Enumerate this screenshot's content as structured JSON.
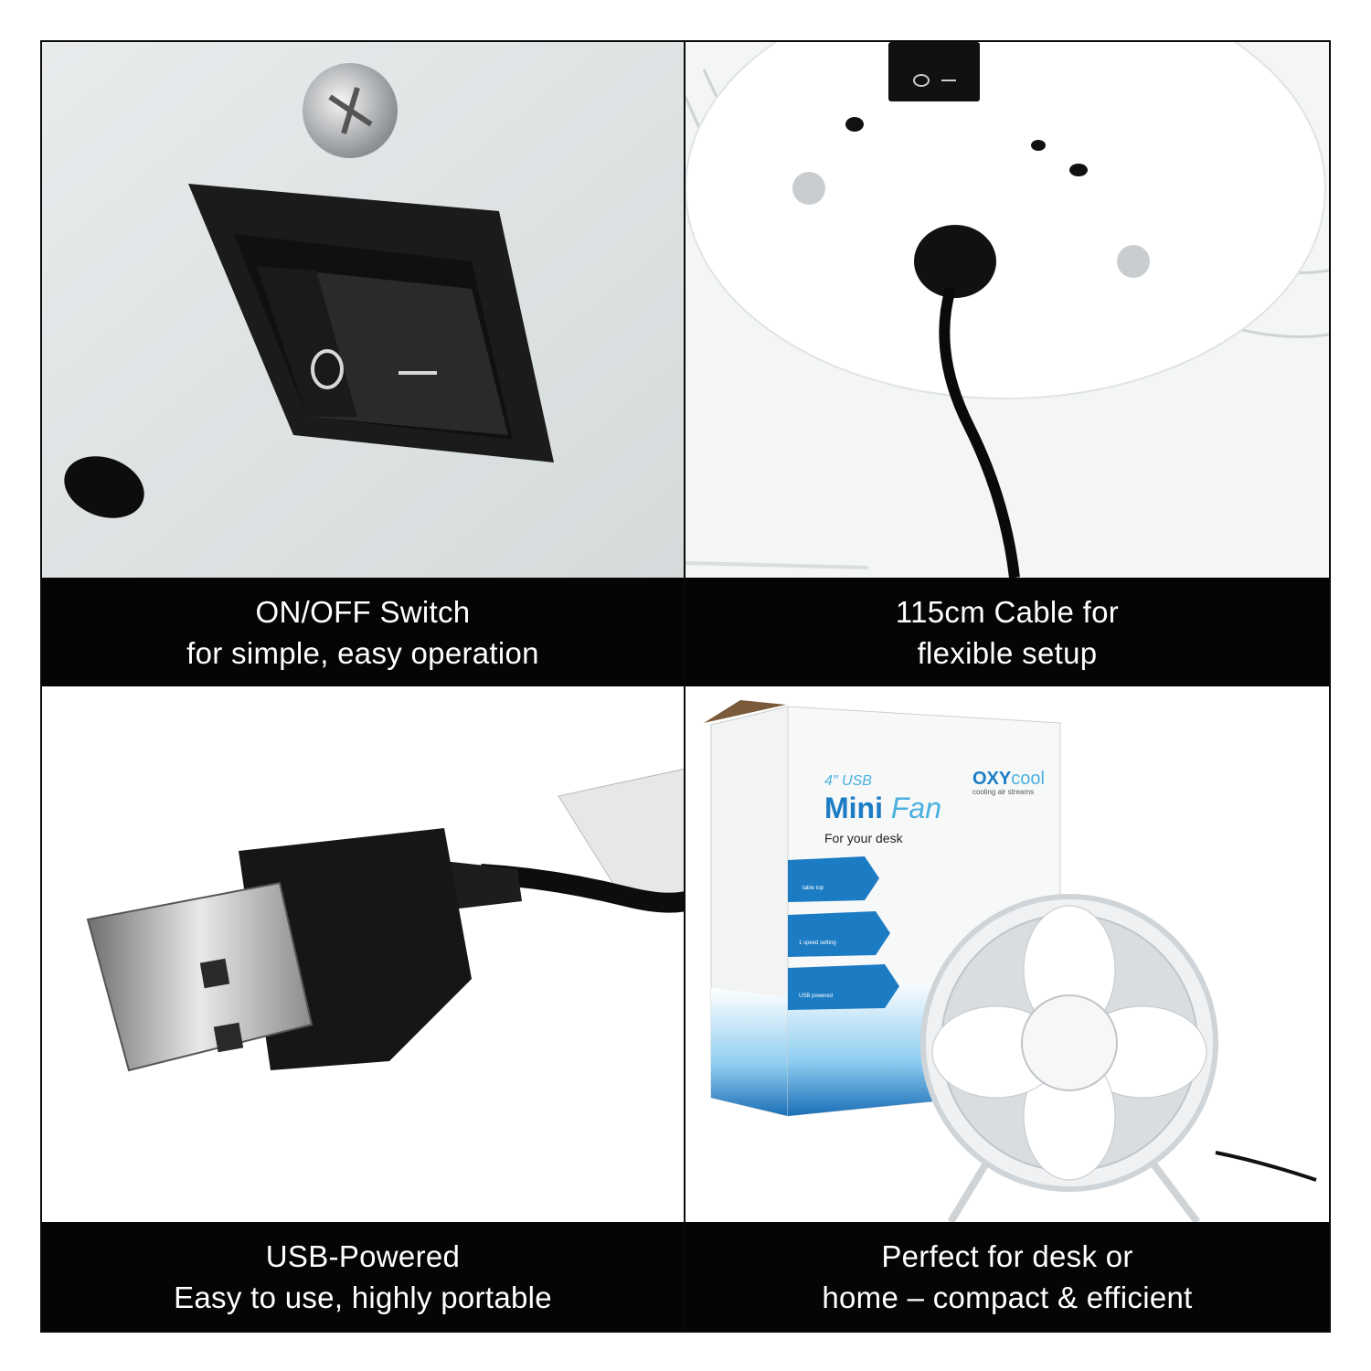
{
  "panels": [
    {
      "id": "switch",
      "image_subject": "Black rocker ON/OFF switch on white fan housing",
      "switch_symbols": {
        "off": "O",
        "on": "–"
      },
      "caption": {
        "line1": "ON/OFF Switch",
        "line2": "for simple, easy operation"
      }
    },
    {
      "id": "cable",
      "image_subject": "Underside of white fan base with cable and switch",
      "caption": {
        "line1": "115cm Cable for",
        "line2": "flexible setup"
      }
    },
    {
      "id": "usb",
      "image_subject": "USB-A plug with black cable",
      "caption": {
        "line1": "USB-Powered",
        "line2": "Easy to use, highly portable"
      }
    },
    {
      "id": "box",
      "image_subject": "OXYcool 4\" USB Mini Fan box with white desk fan",
      "box": {
        "brand_bold": "OXY",
        "brand_light": "cool",
        "tagline": "cooling air streams",
        "size_label": "4\" USB",
        "product_bold": "Mini",
        "product_light": "Fan",
        "subtitle": "For your desk",
        "features": [
          "table top",
          "1 speed setting",
          "USB powered"
        ]
      },
      "caption": {
        "line1": "Perfect for desk or",
        "line2": "home – compact & efficient"
      }
    }
  ],
  "colors": {
    "caption_bg": "#050505",
    "caption_text": "#ffffff",
    "box_blue": "#1b7cc4",
    "box_light_blue": "#4ab0e0"
  }
}
